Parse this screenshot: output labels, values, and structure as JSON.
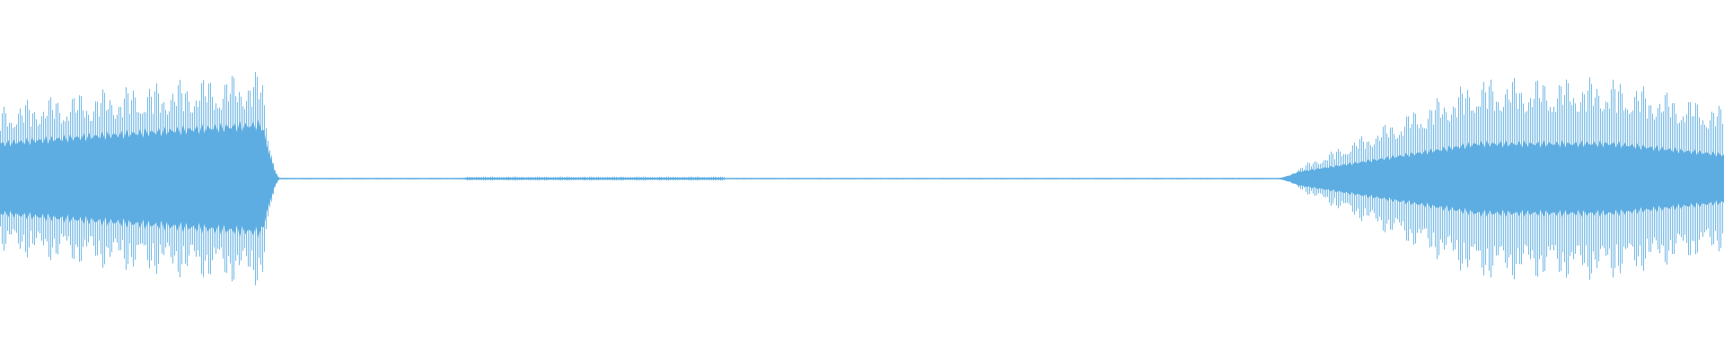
{
  "waveform": {
    "color": "#5DADE2",
    "background": "#FFFFFF",
    "duration_fraction_visible": 1.0,
    "segments": [
      {
        "name": "leading-burst",
        "start": 0.0,
        "end": 0.152,
        "peak": 0.62,
        "core": 0.34
      },
      {
        "name": "decay",
        "start": 0.152,
        "end": 0.162,
        "peak": 0.3,
        "core": 0.2
      },
      {
        "name": "silence",
        "start": 0.162,
        "end": 0.74,
        "peak": 0.004,
        "core": 0.002
      },
      {
        "name": "trailing-burst",
        "start": 0.74,
        "end": 1.0,
        "peak": 0.48,
        "core": 0.2
      }
    ]
  }
}
